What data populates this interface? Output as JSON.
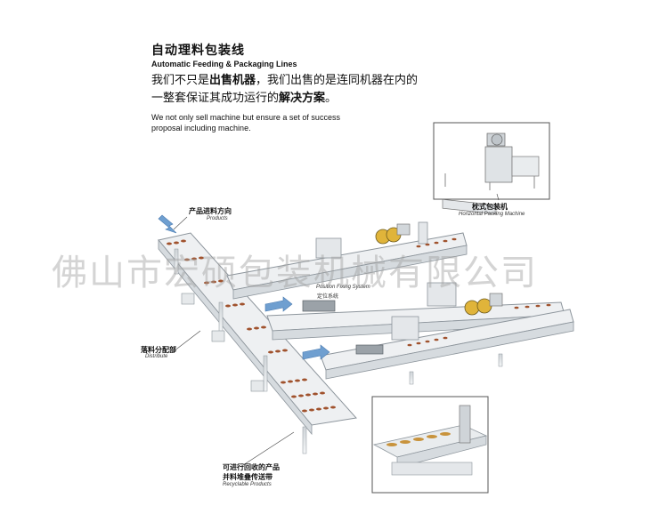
{
  "heading": {
    "title_cn": "自动理料包装线",
    "title_en": "Automatic Feeding & Packaging Lines"
  },
  "slogan": {
    "line1_a": "我们不只是",
    "line1_bold": "出售机器",
    "line1_b": "，我们出售的是连同机器在内的",
    "line2_a": "一整套保证其成功运行的",
    "line2_bold": "解决方案",
    "line2_b": "。"
  },
  "description_en": {
    "line1": "We not only sell machine but ensure a set of success",
    "line2": "proposal including machine."
  },
  "labels": {
    "products_cn": "产品进料方向",
    "products_en": "Products",
    "packing_cn": "枕式包装机",
    "packing_en": "Horizontal Packing Machine",
    "position_en": "Position Fixing System",
    "position_cn": "定位系统",
    "distribute_cn": "落料分配部",
    "distribute_en": "Distribute",
    "recycle_cn_1": "可进行回收的产品",
    "recycle_cn_2": "并料堆叠传送带",
    "recycle_en": "Recyclable Products"
  },
  "watermark": "佛山市宏硕包装机械有限公司",
  "colors": {
    "conveyor": "#e9ecee",
    "conveyor_edge": "#8d959c",
    "product": "#a0522d",
    "arrow": "#6f9fd0",
    "roller": "#e0b43a"
  }
}
